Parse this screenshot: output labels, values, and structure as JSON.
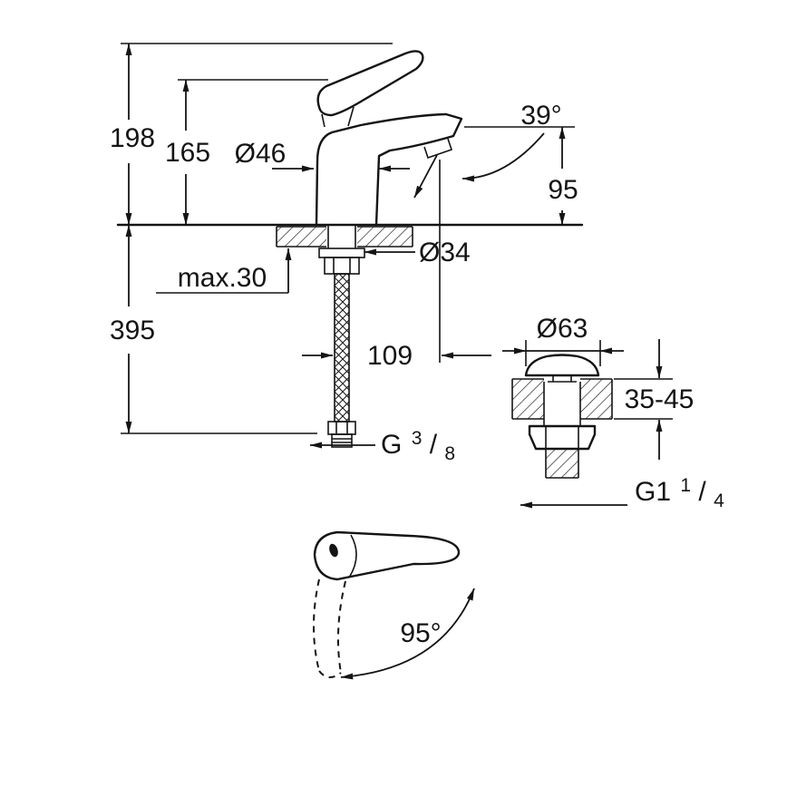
{
  "drawing": {
    "ink_color": "#141414",
    "background_color": "#ffffff"
  },
  "dims": {
    "total_height": "198",
    "upper_height": "165",
    "body_diameter": "Ø46",
    "spout_angle": "39°",
    "outlet_height": "95",
    "deck_max_thickness": "max.30",
    "hole_diameter": "Ø34",
    "hose_drop": "395",
    "spout_reach": "109",
    "popup_cap_diameter": "Ø63",
    "popup_deck_range": "35-45",
    "handle_swivel_angle": "95°",
    "inlet_thread": {
      "prefix": "G",
      "num": "3",
      "slash": "/",
      "den": "8"
    },
    "popup_thread": {
      "prefix": "G1",
      "num": "1",
      "slash": "/",
      "den": "4"
    }
  }
}
